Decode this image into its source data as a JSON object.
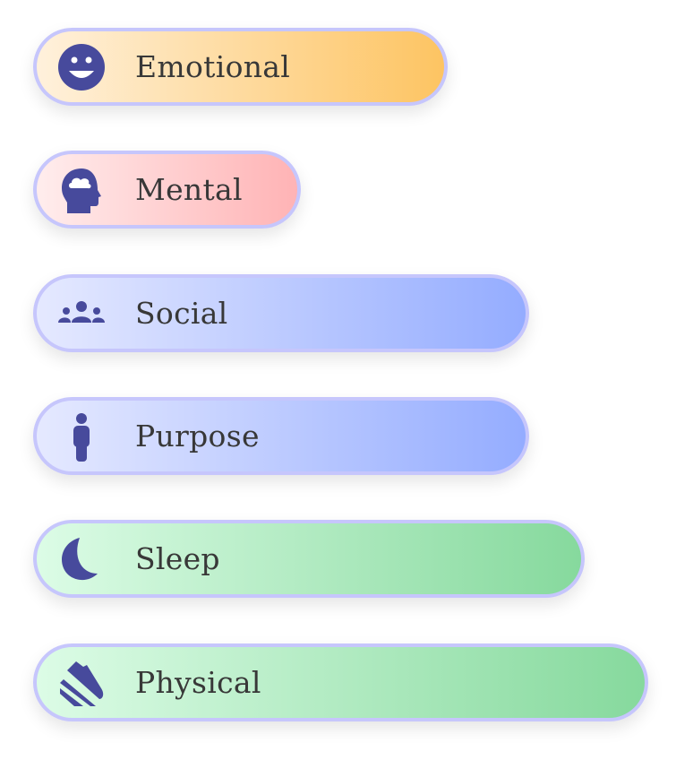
{
  "categories": [
    {
      "label": "Emotional",
      "icon": "smiley-face-icon"
    },
    {
      "label": "Mental",
      "icon": "head-cloud-icon"
    },
    {
      "label": "Social",
      "icon": "group-people-icon"
    },
    {
      "label": "Purpose",
      "icon": "person-standing-icon"
    },
    {
      "label": "Sleep",
      "icon": "moon-icon"
    },
    {
      "label": "Physical",
      "icon": "sneaker-icon"
    }
  ],
  "colors": {
    "icon": "#474a9c",
    "border": "#c6c6fc",
    "text": "#383838"
  }
}
